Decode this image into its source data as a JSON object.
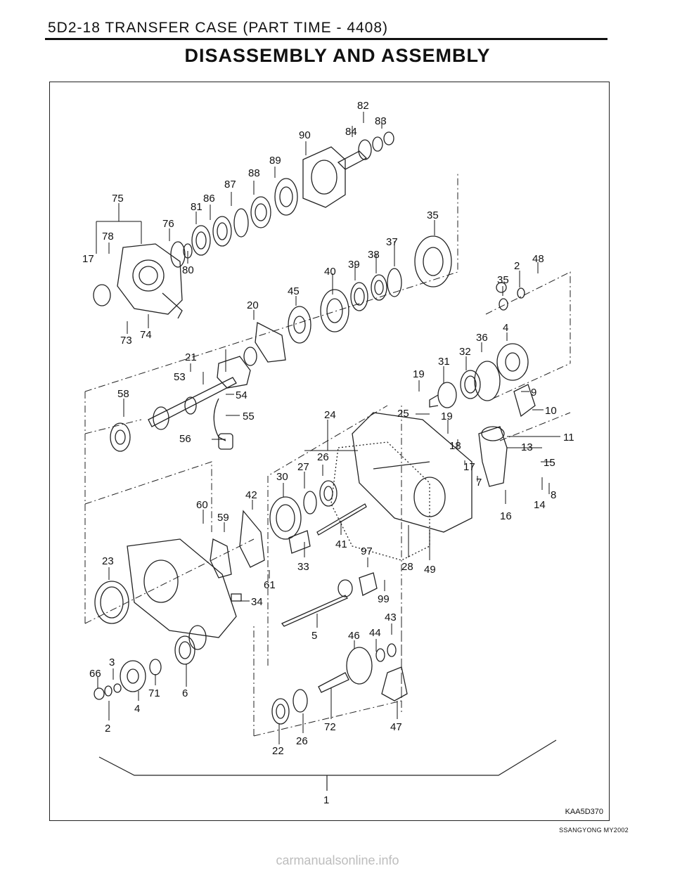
{
  "header": {
    "text": "5D2-18  TRANSFER CASE (PART TIME - 4408)"
  },
  "title": "DISASSEMBLY  AND  ASSEMBLY",
  "figure_code": "KAA5D370",
  "footer": "SSANGYONG  MY2002",
  "watermark": "carmanualsonline.info",
  "callouts": [
    "82",
    "84",
    "83",
    "90",
    "89",
    "88",
    "87",
    "86",
    "81",
    "75",
    "76",
    "78",
    "17",
    "80",
    "35",
    "37",
    "38",
    "39",
    "40",
    "2",
    "48",
    "35",
    "45",
    "20",
    "73",
    "74",
    "36",
    "4",
    "32",
    "31",
    "21",
    "53",
    "19",
    "58",
    "54",
    "55",
    "9",
    "10",
    "24",
    "25",
    "19",
    "11",
    "56",
    "13",
    "18",
    "26",
    "27",
    "17",
    "15",
    "30",
    "7",
    "14",
    "8",
    "16",
    "60",
    "42",
    "59",
    "41",
    "97",
    "33",
    "28",
    "49",
    "23",
    "61",
    "99",
    "34",
    "43",
    "46",
    "44",
    "5",
    "3",
    "66",
    "71",
    "6",
    "4",
    "2",
    "72",
    "47",
    "26",
    "22",
    "1"
  ]
}
